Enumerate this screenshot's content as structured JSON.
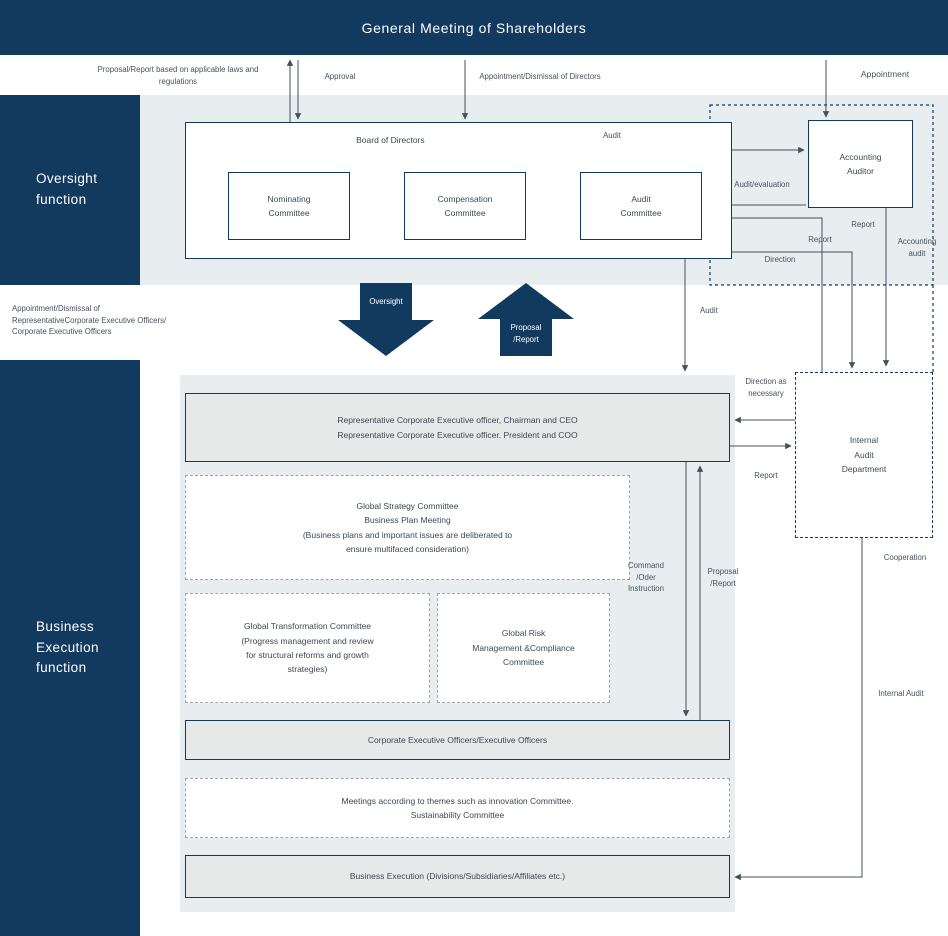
{
  "colors": {
    "navy": "#123a5f",
    "band": "#e8edf0",
    "gray_box": "#e7e8e8",
    "line": "#44505c",
    "text": "#3c4854"
  },
  "header": {
    "title": "General Meeting of Shareholders"
  },
  "side": {
    "oversight": "Oversight\nfunction",
    "business": "Business\nExecution\nfunction"
  },
  "boxes": {
    "board": "Board of Directors",
    "nominating": "Nominating\nCommittee",
    "compensation": "Compensation\nCommittee",
    "audit_committee": "Audit\nCommittee",
    "accounting_auditor": "Accounting\nAuditor",
    "internal_audit": "Internal\nAudit\nDepartment",
    "representative": "Representative Corporate Executive officer, Chairman and CEO\nRepresentative Corporate Executive officer. President and COO",
    "global_strategy": "Global Strategy Committee\nBusiness Plan Meeting\n(Business plans and important issues are deliberated to\nensure multifaced consideration)",
    "global_transformation": "Global Transformation Committee\n(Progress management and review\nfor structural reforms and growth\nstrategies)",
    "global_risk": "Global Risk\nManagement &Compliance\nCommittee",
    "corporate_officers": "Corporate Executive Officers/Executive Officers",
    "meetings": "Meetings according to themes such as innovation Committee.\nSustainability Committee",
    "business_execution": "Business Execution (Divisions/Subsidiaries/Affiliates etc.)"
  },
  "labels": {
    "proposal_report_laws": "Proposal/Report based on applicable laws and\nregulations",
    "approval": "Approval",
    "appointment_dismissal_directors": "Appointment/Dismissal of Directors",
    "appointment": "Appointment",
    "audit_board": "Audit",
    "audit_evaluation": "Audit/evaluation",
    "report_auditor": "Report",
    "report_internal": "Report",
    "accounting_audit": "Accounting\naudit",
    "direction": "Direction",
    "oversight_arrow": "Oversight",
    "proposal_report_arrow": "Proposal\n/Report",
    "appointment_dismissal_execs": "Appointment/Dismissal of\nRepresentativeCorporate Executive Officers/\nCorporate Executive Officers",
    "audit_down": "Audit",
    "direction_as_necessary": "Direction as\nnecessary",
    "report_rep": "Report",
    "cooperation": "Cooperation",
    "command": "Command\n/Oder\nInstruction",
    "proposal_report_line": "Proposal\n/Report",
    "internal_audit_line": "Internal Audit"
  }
}
